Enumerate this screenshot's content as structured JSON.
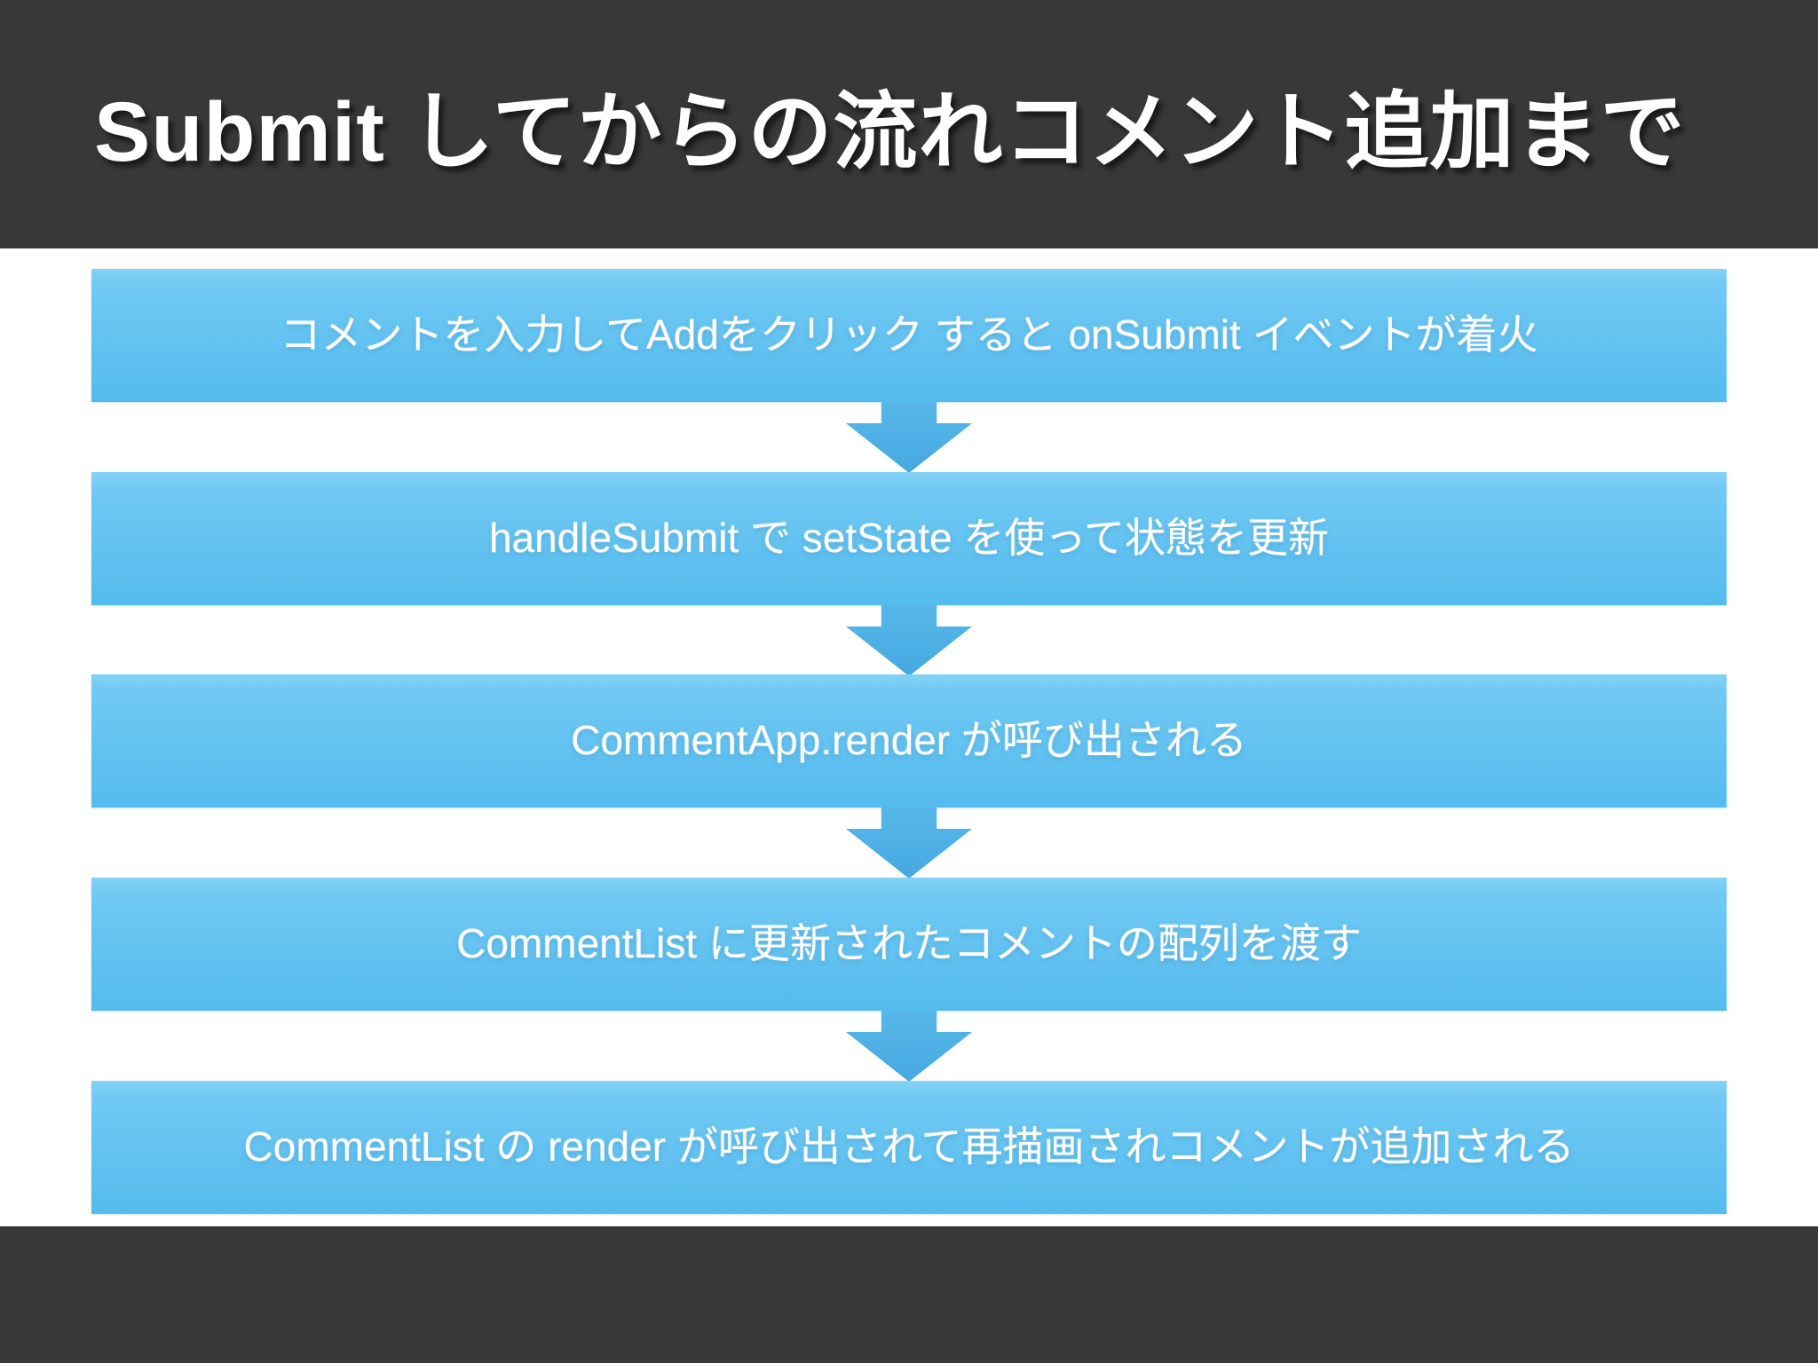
{
  "slide": {
    "title": "Submit してからの流れコメント追加まで",
    "steps": [
      {
        "label": "コメントを入力してAddをクリック すると onSubmit イベントが着火"
      },
      {
        "label": "handleSubmit で setState を使って状態を更新"
      },
      {
        "label": "CommentApp.render が呼び出される"
      },
      {
        "label": "CommentList に更新されたコメントの配列を渡す"
      },
      {
        "label": "CommentList の render が呼び出されて再描画されコメントが追加される"
      }
    ],
    "colors": {
      "band": "#383838",
      "background": "#ffffff",
      "bar_gradient_top": "#85D2F5",
      "bar_gradient_bottom": "#54BBEE",
      "arrow": "#4AACE3",
      "text": "#ffffff"
    }
  }
}
